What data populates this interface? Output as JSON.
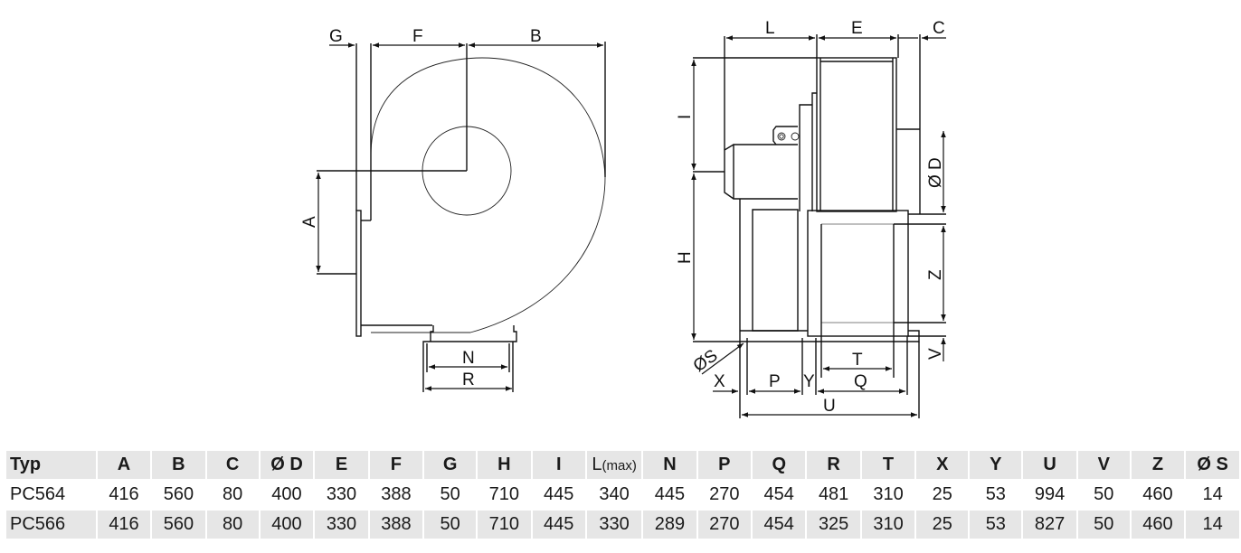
{
  "drawing": {
    "front_view_labels": {
      "G": "G",
      "F": "F",
      "B": "B",
      "A": "A",
      "N": "N",
      "R": "R"
    },
    "side_view_labels": {
      "L": "L",
      "E": "E",
      "C": "C",
      "I": "I",
      "D": "Ø D",
      "H": "H",
      "Z": "Z",
      "S": "ØS",
      "V": "V",
      "X": "X",
      "P": "P",
      "Y": "Y",
      "T": "T",
      "Q": "Q",
      "U": "U"
    }
  },
  "table": {
    "headers": [
      "Typ",
      "A",
      "B",
      "C",
      "Ø D",
      "E",
      "F",
      "G",
      "H",
      "I",
      "L",
      "N",
      "P",
      "Q",
      "R",
      "T",
      "X",
      "Y",
      "U",
      "V",
      "Z",
      "Ø S"
    ],
    "l_suffix": "(max)",
    "rows": [
      [
        "PC564",
        "416",
        "560",
        "80",
        "400",
        "330",
        "388",
        "50",
        "710",
        "445",
        "340",
        "445",
        "270",
        "454",
        "481",
        "310",
        "25",
        "53",
        "994",
        "50",
        "460",
        "14"
      ],
      [
        "PC566",
        "416",
        "560",
        "80",
        "400",
        "330",
        "388",
        "50",
        "710",
        "445",
        "330",
        "289",
        "270",
        "454",
        "325",
        "310",
        "25",
        "53",
        "827",
        "50",
        "460",
        "14"
      ]
    ]
  }
}
